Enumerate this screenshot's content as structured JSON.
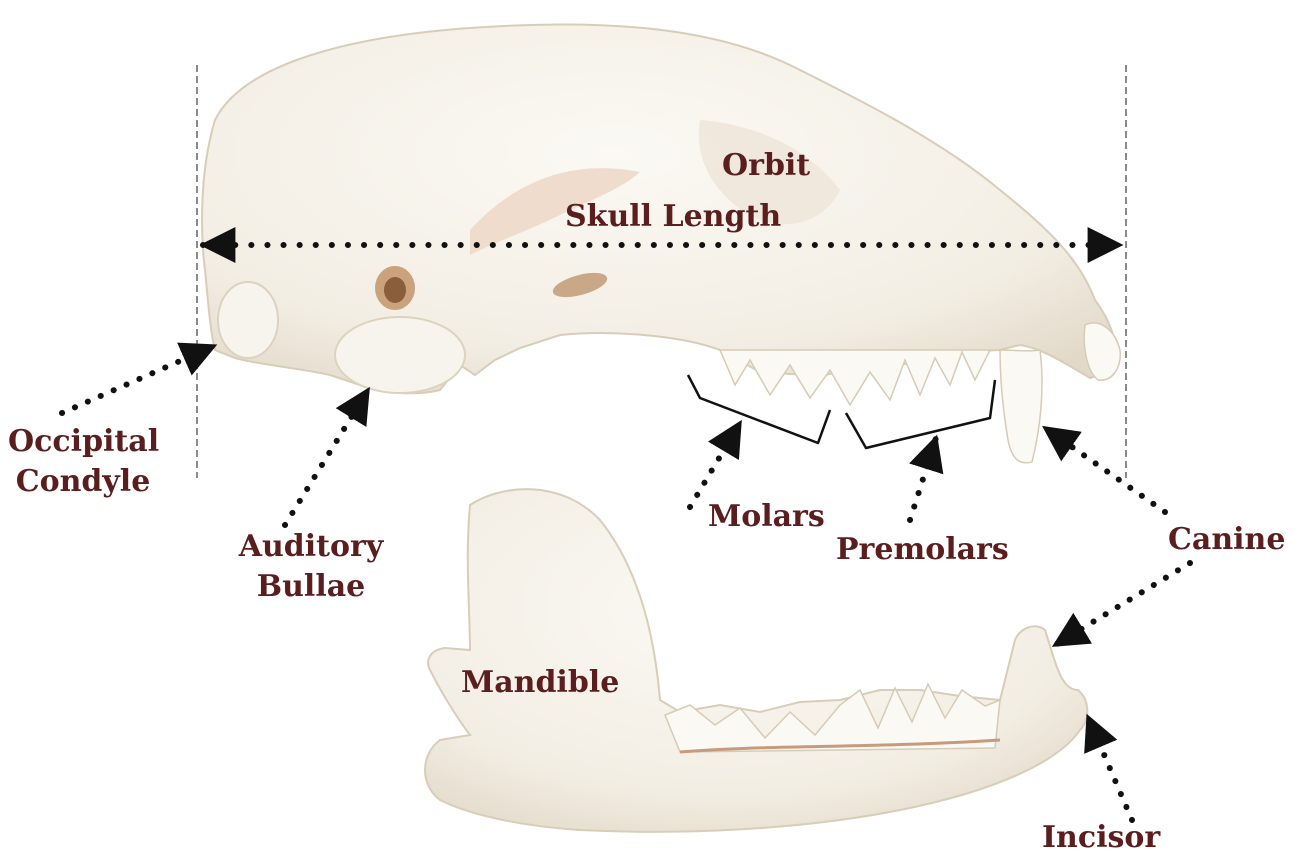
{
  "colors": {
    "label": "#5a1e1e",
    "bone": "#f5f1e9",
    "bone_shadow": "#e2d9c8",
    "bone_tint": "#ecd8c8",
    "pointer": "#111111",
    "guide": "#888888",
    "background": "#ffffff"
  },
  "labels": {
    "orbit": "Orbit",
    "skull_length": "Skull Length",
    "occipital_condyle": [
      "Occipital",
      "Condyle"
    ],
    "auditory_bullae": [
      "Auditory",
      "Bullae"
    ],
    "molars": "Molars",
    "premolars": "Premolars",
    "canine": "Canine",
    "mandible": "Mandible",
    "incisor": "Incisor"
  },
  "image": {
    "subject": "skull-lateral-view",
    "parts": [
      "cranium",
      "mandible"
    ]
  }
}
